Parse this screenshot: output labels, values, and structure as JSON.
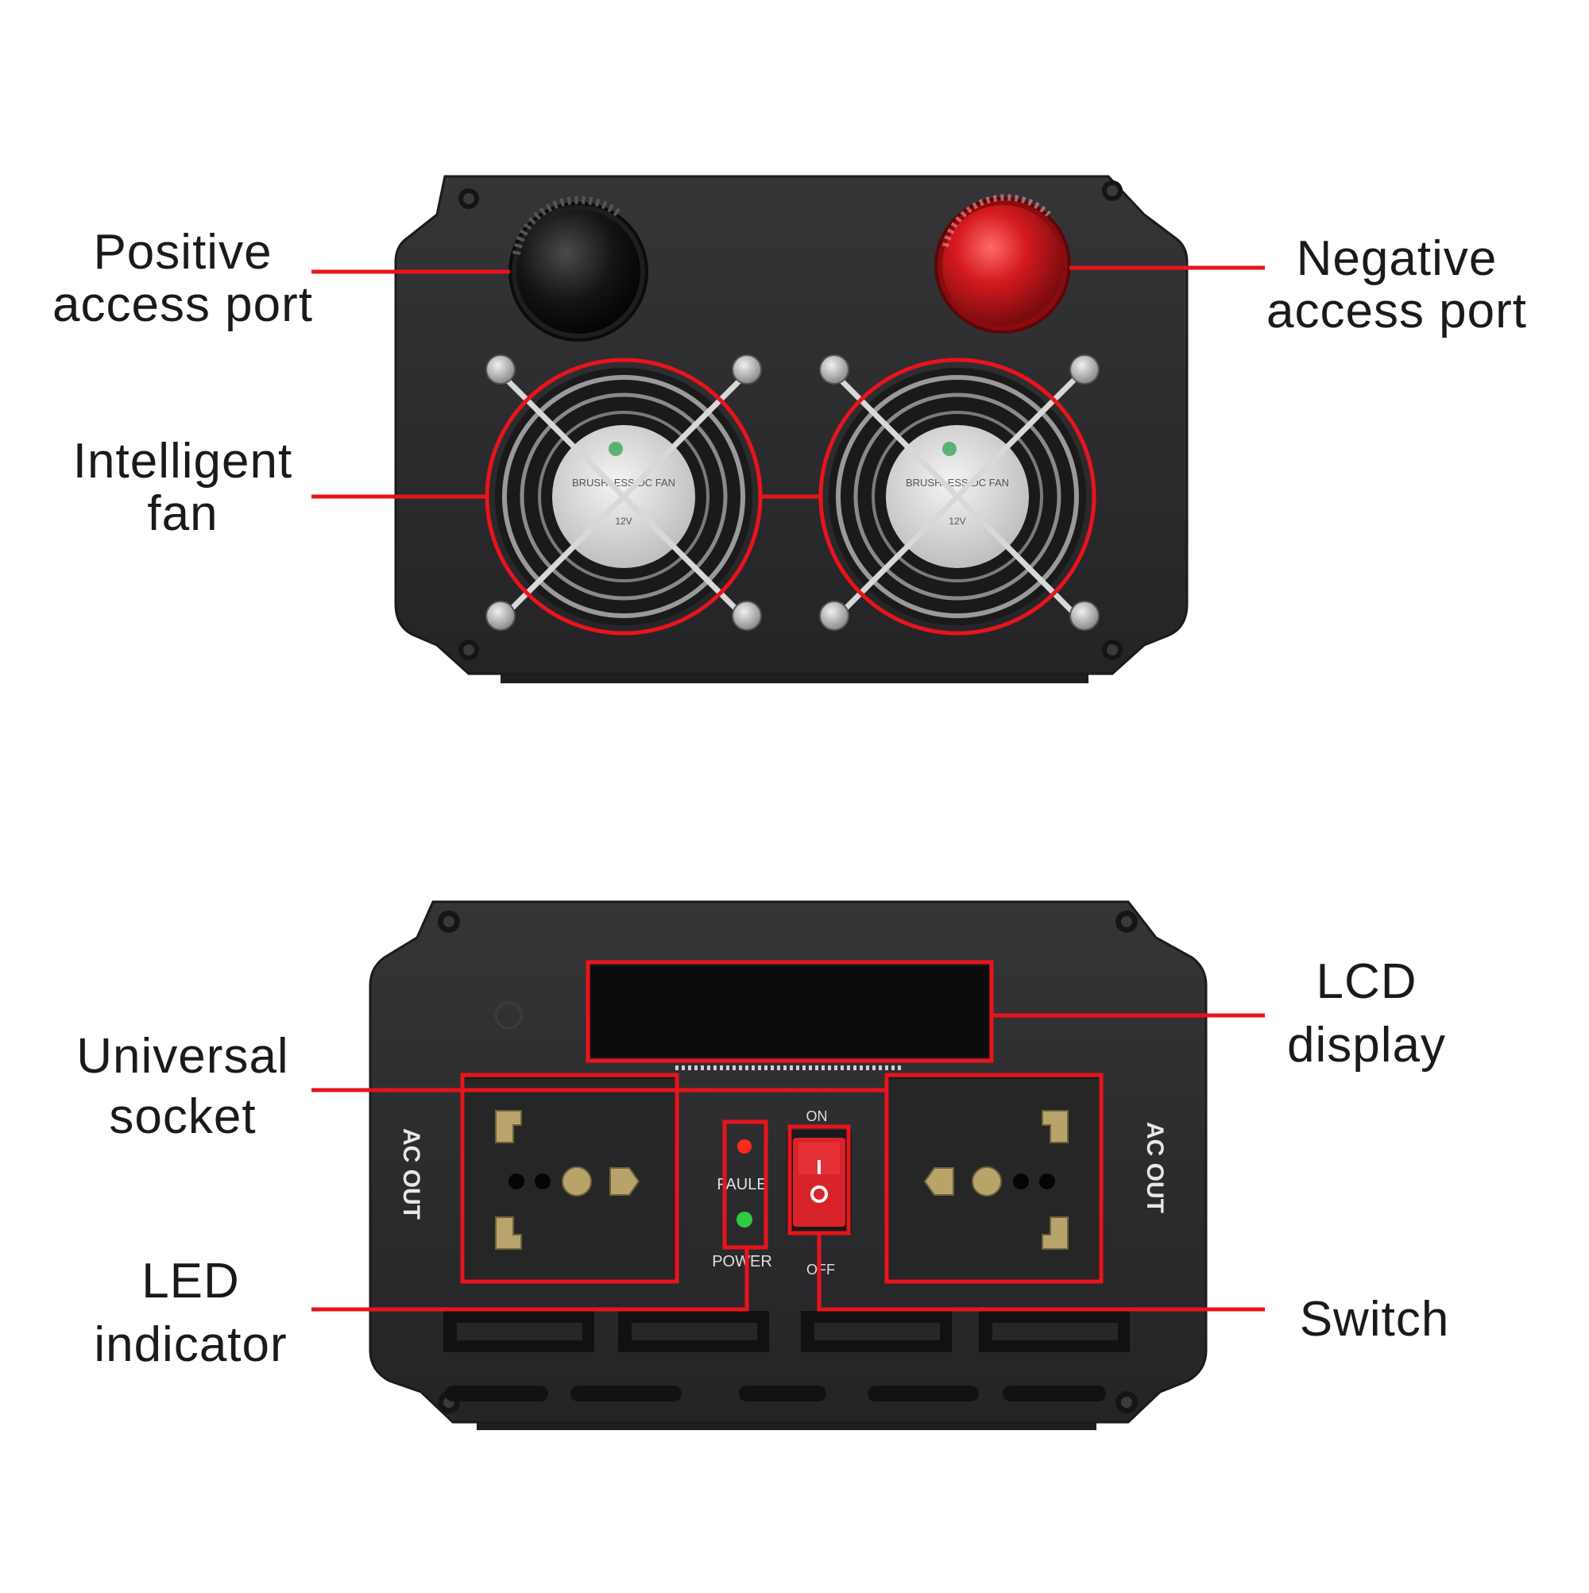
{
  "callouts": {
    "positive_port": {
      "line1": "Positive",
      "line2": "access  port"
    },
    "negative_port": {
      "line1": "Negative",
      "line2": "access  port"
    },
    "fan": {
      "line1": "Intelligent",
      "line2": "fan"
    },
    "lcd": {
      "line1": "LCD",
      "line2": "display"
    },
    "socket": {
      "line1": "Universal",
      "line2": "socket"
    },
    "led": {
      "line1": "LED",
      "line2": "indicator"
    },
    "switch": {
      "line1": "Switch"
    }
  },
  "device_text": {
    "ac_out_left": "AC  OUT",
    "ac_out_right": "AC  OUT",
    "fault": "FAULE",
    "power": "POWER",
    "on": "ON",
    "off": "OFF",
    "fan_label_1": "BRUSHLESS DC FAN",
    "fan_label_2": "12V"
  },
  "colors": {
    "callout_red": "#e8141c",
    "housing": "#2b2b2d",
    "terminal_red": "#c8161d",
    "terminal_black": "#141414",
    "led_fault": "#ff2a1a",
    "led_power": "#2ecc40"
  }
}
